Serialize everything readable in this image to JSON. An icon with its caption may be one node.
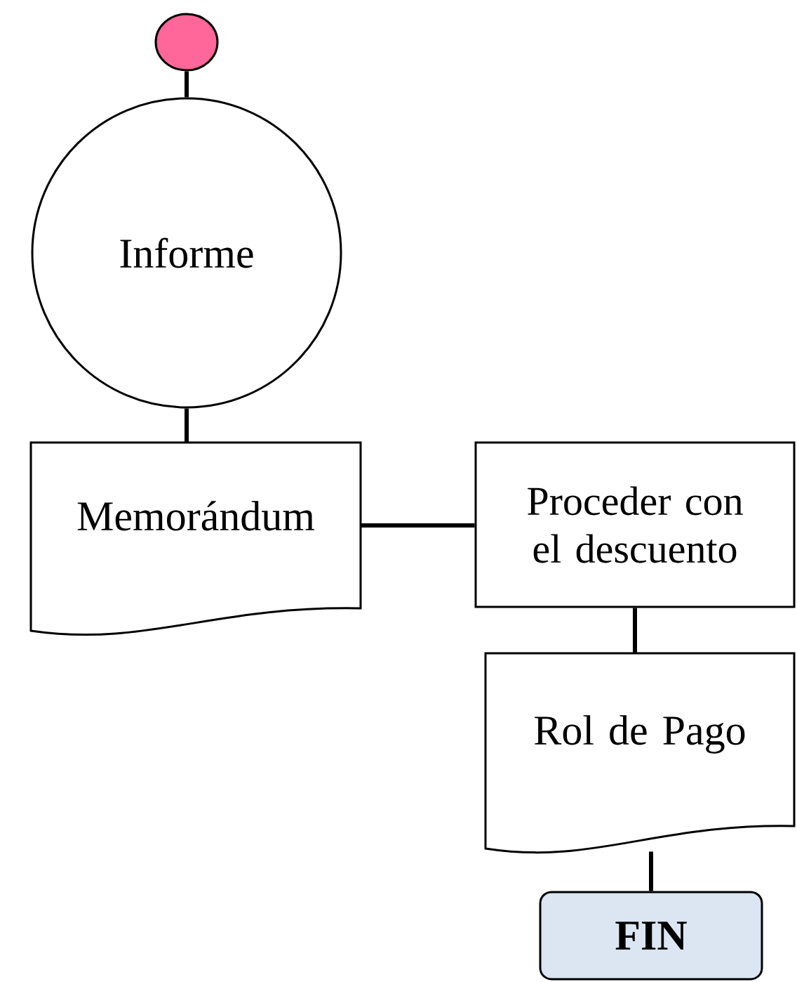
{
  "diagram": {
    "nodes": [
      {
        "text": [],
        "shape": "circle"
      },
      {
        "text": [
          "Informe"
        ]
      },
      {
        "text": [
          "Memorándum"
        ]
      },
      {
        "text": [
          "Proceder con el descuento"
        ]
      },
      {
        "text": [
          "Rol de Pago"
        ]
      },
      {
        "text": [
          "FIN"
        ]
      }
    ],
    "edges": [
      {
        "from": 0,
        "to": 1,
        "arrow": "none"
      },
      {
        "from": 1,
        "to": 2,
        "arrow": "none"
      },
      {
        "from": 2,
        "to": 3,
        "arrow": "none"
      },
      {
        "from": 3,
        "to": 4,
        "arrow": "none"
      },
      {
        "from": 4,
        "to": 5,
        "arrow": "none"
      }
    ]
  }
}
